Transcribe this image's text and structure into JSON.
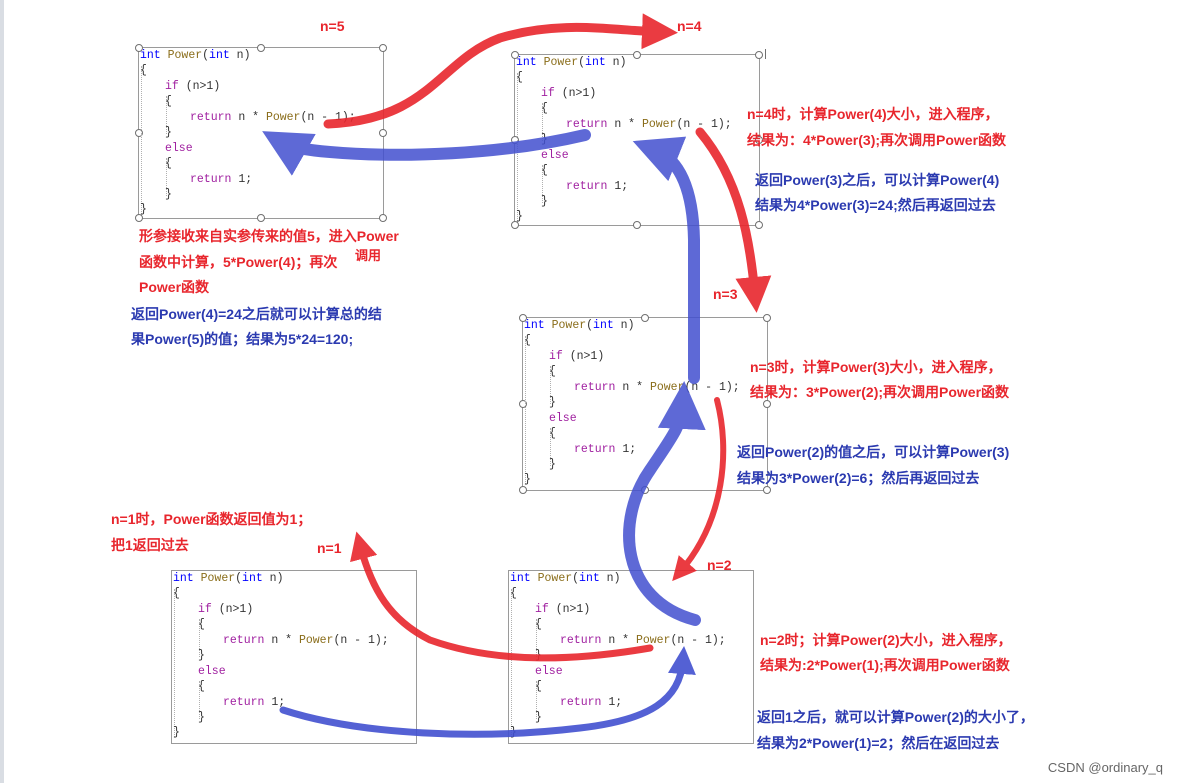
{
  "code": {
    "sig": "int Power(int n)",
    "open_brace": "{",
    "close_brace": "}",
    "if_line": "if (n>1)",
    "return_rec": "return n * Power(n - 1);",
    "else_line": "else",
    "return_one": "return 1;"
  },
  "frames": [
    {
      "id": "n5",
      "n_label": "n=5"
    },
    {
      "id": "n4",
      "n_label": "n=4"
    },
    {
      "id": "n3",
      "n_label": "n=3"
    },
    {
      "id": "n2",
      "n_label": "n=2"
    },
    {
      "id": "n1",
      "n_label": "n=1"
    }
  ],
  "notes": {
    "n5_red": [
      "形参接收来自实参传来的值5，进入Power",
      "函数中计算，5*Power(4)；再次",
      "调用",
      "Power函数"
    ],
    "n5_blue": [
      "返回Power(4)=24之后就可以计算总的结",
      "果Power(5)的值；结果为5*24=120;"
    ],
    "n4_red": [
      "n=4时，计算Power(4)大小，进入程序，",
      "结果为：4*Power(3);再次调用Power函数"
    ],
    "n4_blue": [
      "返回Power(3)之后，可以计算Power(4)",
      "结果为4*Power(3)=24;然后再返回过去"
    ],
    "n3_red": [
      "n=3时，计算Power(3)大小，进入程序，",
      "结果为：3*Power(2);再次调用Power函数"
    ],
    "n3_blue": [
      "返回Power(2)的值之后，可以计算Power(3)",
      "结果为3*Power(2)=6；然后再返回过去"
    ],
    "n2_red": [
      "n=2时；计算Power(2)大小，进入程序，",
      "结果为:2*Power(1);再次调用Power函数"
    ],
    "n2_blue": [
      "返回1之后，就可以计算Power(2)的大小了，",
      "结果为2*Power(1)=2；然后在返回过去"
    ],
    "n1_red": [
      "n=1时，Power函数返回值为1；",
      "把1返回过去"
    ]
  },
  "watermark": "CSDN @ordinary_q",
  "colors": {
    "call_arrow": "#e8262d",
    "return_arrow": "#4250d0",
    "red_text": "#e8262d",
    "blue_text": "#2b3ab0"
  }
}
